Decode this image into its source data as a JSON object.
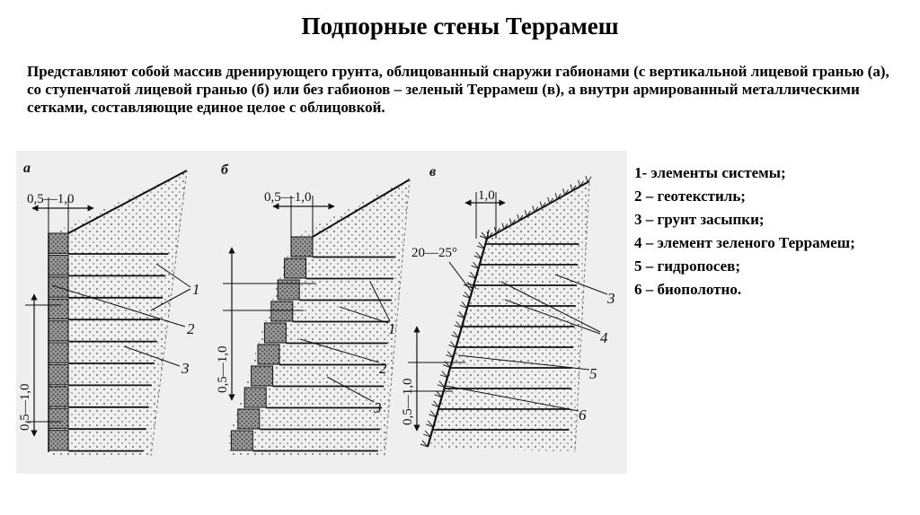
{
  "title": "Подпорные стены Террамеш",
  "intro": "Представляют собой массив дренирующего грунта, облицованный снаружи габионами (с вертикальной лицевой гранью (а), со ступенчатой лицевой гранью (б) или без габионов – зеленый Террамеш (в), а внутри армированный металлическими сетками, составляющие единое целое с облицовкой.",
  "figure": {
    "panels": [
      {
        "letter": "а",
        "dim_top": "0,5—1,0",
        "dim_side": "0,5—1,0",
        "callouts": [
          "1",
          "2",
          "3"
        ]
      },
      {
        "letter": "б",
        "dim_top": "0,5—1,0",
        "dim_side": "0,5—1,0",
        "callouts": [
          "1",
          "2",
          "3"
        ]
      },
      {
        "letter": "в",
        "dim_top": "1,0",
        "angle": "20—25°",
        "dim_side": "0,5—1,0",
        "callouts": [
          "3",
          "4",
          "5",
          "6"
        ]
      }
    ]
  },
  "legend": [
    "1- элементы системы;",
    "2 – геотекстиль;",
    "3 – грунт засыпки;",
    "4 – элемент зеленого Террамеш;",
    "5 – гидропосев;",
    "6 – биополотно."
  ]
}
